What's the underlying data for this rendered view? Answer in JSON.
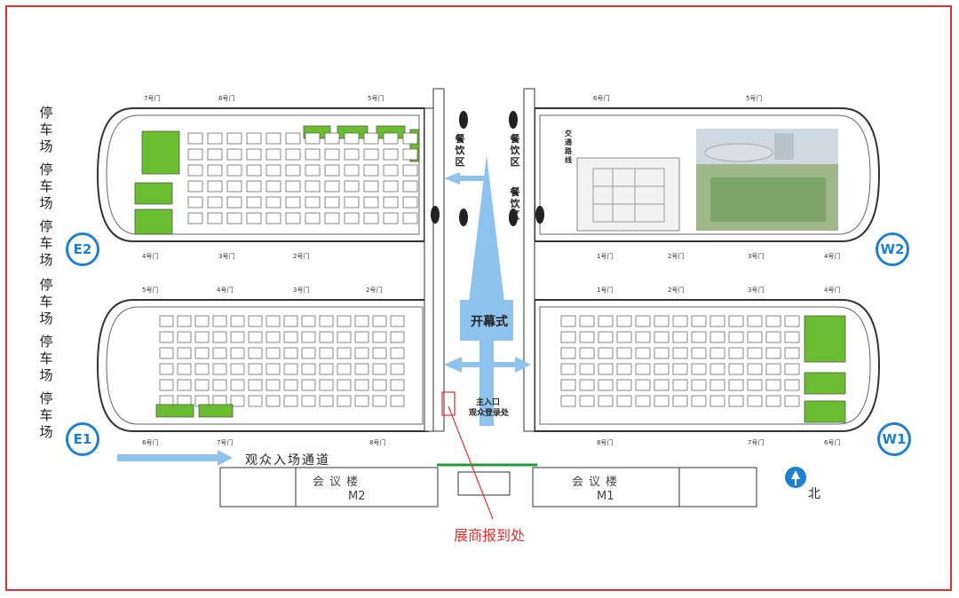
{
  "colors": {
    "border": "#e0312f",
    "hall_outline": "#333333",
    "arrow": "#8ec3ee",
    "badge": "#1f7fd3",
    "green_booth": "#6abd2e",
    "green_line": "#1e9a3a",
    "report_text": "#e0312f"
  },
  "parking": [
    {
      "label": "停车场"
    },
    {
      "label": "停车场"
    },
    {
      "label": "停车场"
    },
    {
      "label": "停车场"
    },
    {
      "label": "停车场"
    },
    {
      "label": "停车场"
    }
  ],
  "halls": {
    "e2": "E2",
    "e1": "E1",
    "w2": "W2",
    "w1": "W1"
  },
  "dining": {
    "left": "餐饮区",
    "right_top": "餐饮区",
    "right_bottom": "餐饮区"
  },
  "main_arrow": {
    "ceremony": "开幕式",
    "main_entrance": "主入口",
    "visitor_registration": "观众登录处"
  },
  "audience_channel": "观众入场通道",
  "buildings": {
    "m2_title": "会议楼",
    "m2_code": "M2",
    "m1_title": "会议楼",
    "m1_code": "M1"
  },
  "north": "北",
  "exhibitor_registration": "展商报到处",
  "doors": {
    "top_e2": [
      "7号门",
      "6号门",
      "5号门"
    ],
    "bottom_e2": [
      "4号门",
      "3号门",
      "2号门"
    ],
    "top_e1": [
      "5号门",
      "4号门",
      "3号门",
      "2号门"
    ],
    "bottom_e1": [
      "6号门",
      "7号门",
      "8号门"
    ],
    "top_w2": [
      "6号门",
      "5号门"
    ],
    "bottom_w2": [
      "1号门",
      "2号门",
      "3号门",
      "4号门"
    ],
    "top_w1": [
      "1号门",
      "2号门",
      "3号门",
      "4号门"
    ],
    "bottom_w1": [
      "8号门",
      "7号门",
      "6号门"
    ]
  },
  "transport": {
    "heading": "交通路线"
  }
}
